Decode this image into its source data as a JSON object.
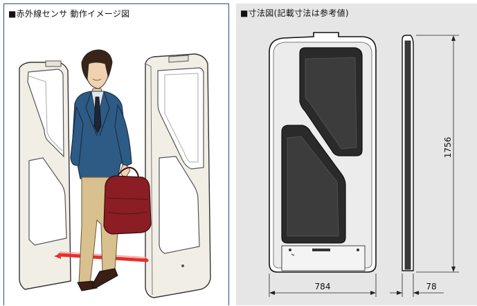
{
  "left_panel": {
    "caption": "■赤外線センサ 動作イメージ図"
  },
  "right_panel": {
    "caption": "■寸法図(記載寸法は参考値)",
    "dimensions": {
      "height": "1756",
      "width": "784",
      "depth": "78"
    }
  },
  "colors": {
    "frame_border": "#2b4a8a",
    "panel_background": "#e6e6e6",
    "gate_body": "#f1eee6",
    "suit": "#2d5b86",
    "trousers": "#d9c08f",
    "bag": "#8a1e24",
    "infrared_beam": "#e8302a"
  }
}
